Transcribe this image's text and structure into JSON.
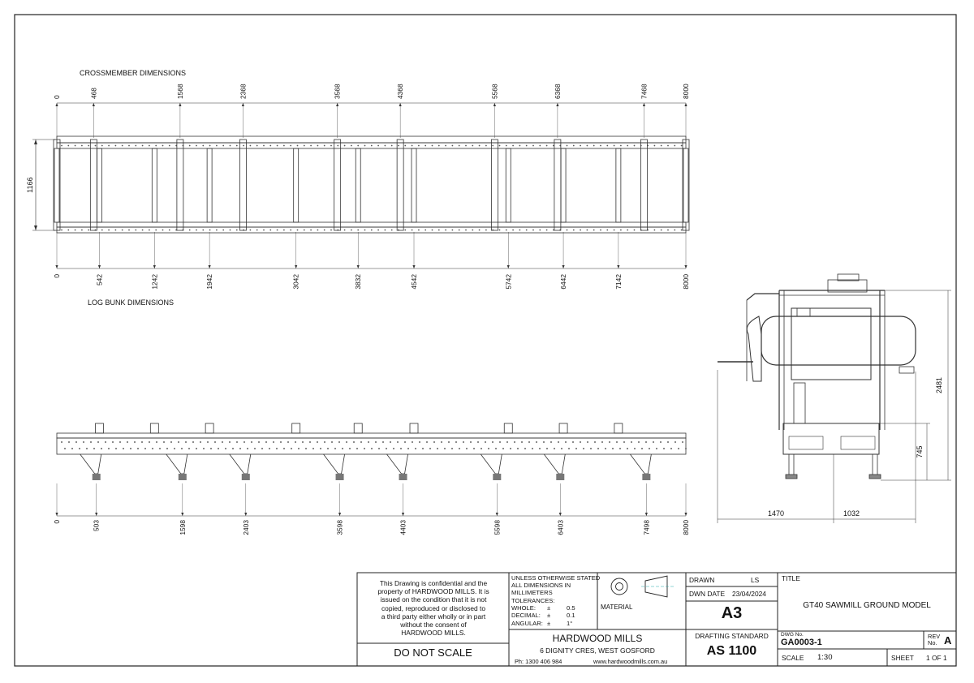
{
  "labels": {
    "crossmember_title": "CROSSMEMBER DIMENSIONS",
    "logbunk_title": "LOG BUNK DIMENSIONS",
    "width_dim": "1166"
  },
  "dims": {
    "crossmember": [
      "0",
      "468",
      "1568",
      "2368",
      "3568",
      "4368",
      "5568",
      "6368",
      "7468",
      "8000"
    ],
    "logbunk": [
      "0",
      "542",
      "1242",
      "1942",
      "3042",
      "3832",
      "4542",
      "5742",
      "6442",
      "7142",
      "8000"
    ],
    "side": [
      "0",
      "503",
      "1598",
      "2403",
      "3598",
      "4403",
      "5598",
      "6403",
      "7498",
      "8000"
    ],
    "end_width_left": "1470",
    "end_width_right": "1032",
    "end_height_total": "2481",
    "end_height_bed": "745"
  },
  "titleblock": {
    "confidential": [
      "This Drawing is confidential and the",
      "property of HARDWOOD MILLS. It is",
      "issued on the condition that it is not",
      "copied, reproduced or disclosed to",
      "a third party either wholly or in part",
      "without the consent of",
      "HARDWOOD MILLS."
    ],
    "do_not_scale": "DO NOT SCALE",
    "tol_header": [
      "UNLESS OTHERWISE STATED",
      "ALL DIMENSIONS IN",
      "MILLIMETERS",
      "TOLERANCES:"
    ],
    "tol_rows": [
      {
        "label": "WHOLE:",
        "sym": "±",
        "value": "0.5"
      },
      {
        "label": "DECIMAL:",
        "sym": "±",
        "value": "0.1"
      },
      {
        "label": "ANGULAR:",
        "sym": "±",
        "value": "1°"
      }
    ],
    "material_label": "MATERIAL",
    "company": "HARDWOOD MILLS",
    "address": "6 DIGNITY CRES, WEST GOSFORD",
    "phone": "Ph: 1300 406 984",
    "website": "www.hardwoodmills.com.au",
    "drawn_label": "DRAWN",
    "drawn_value": "LS",
    "date_label": "DWN DATE",
    "date_value": "23/04/2024",
    "sheet_size": "A3",
    "std_label": "DRAFTING STANDARD",
    "std_value": "AS 1100",
    "title_label": "TITLE",
    "title_value": "GT40 SAWMILL GROUND MODEL",
    "dwg_label": "DWG No.",
    "dwg_value": "GA0003-1",
    "rev_label": "REV No.",
    "rev_value": "A",
    "scale_label": "SCALE",
    "scale_value": "1:30",
    "sheet_label": "SHEET",
    "sheet_value": "1 OF 1"
  }
}
